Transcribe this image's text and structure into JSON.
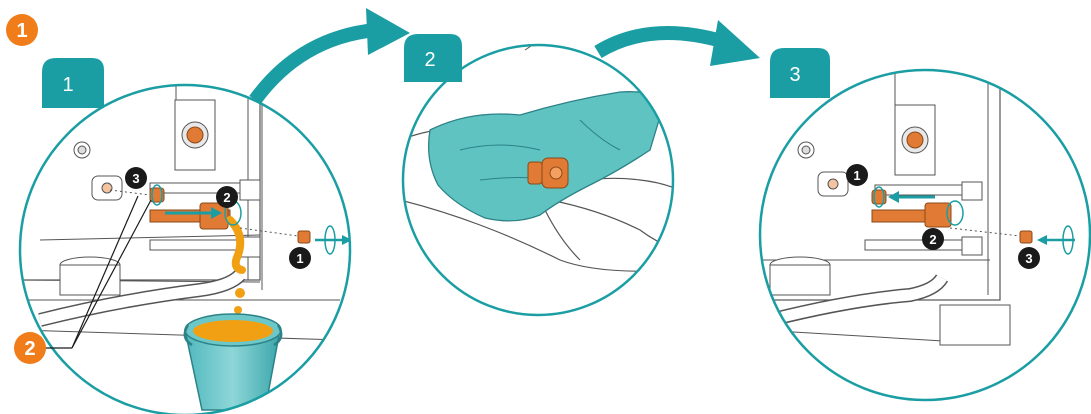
{
  "figure_badge": {
    "label": "1",
    "color": "#f07d1a"
  },
  "colors": {
    "teal": "#1a9ea3",
    "teal_light": "#6cc8c8",
    "copper": "#e07a34",
    "oil": "#f0a012",
    "black": "#1a1a1a",
    "outline": "#4a4a4a"
  },
  "panels": [
    {
      "step_label": "1",
      "callouts": [
        {
          "label": "3",
          "style": "black"
        },
        {
          "label": "2",
          "style": "black"
        },
        {
          "label": "1",
          "style": "black"
        }
      ],
      "icons": [
        "rotate-arrow-icon",
        "pull-arrow-icon",
        "drain-bucket-icon"
      ]
    },
    {
      "step_label": "2",
      "callouts": [],
      "icons": [
        "cleaning-cloth-icon"
      ]
    },
    {
      "step_label": "3",
      "callouts": [
        {
          "label": "1",
          "style": "black"
        },
        {
          "label": "2",
          "style": "black"
        },
        {
          "label": "3",
          "style": "black"
        }
      ],
      "icons": [
        "rotate-arrow-icon",
        "push-arrow-icon"
      ]
    }
  ],
  "part_callout": {
    "label": "2",
    "color": "#f07d1a"
  },
  "flow_arrows": [
    "step1-to-step2",
    "step2-to-step3"
  ]
}
